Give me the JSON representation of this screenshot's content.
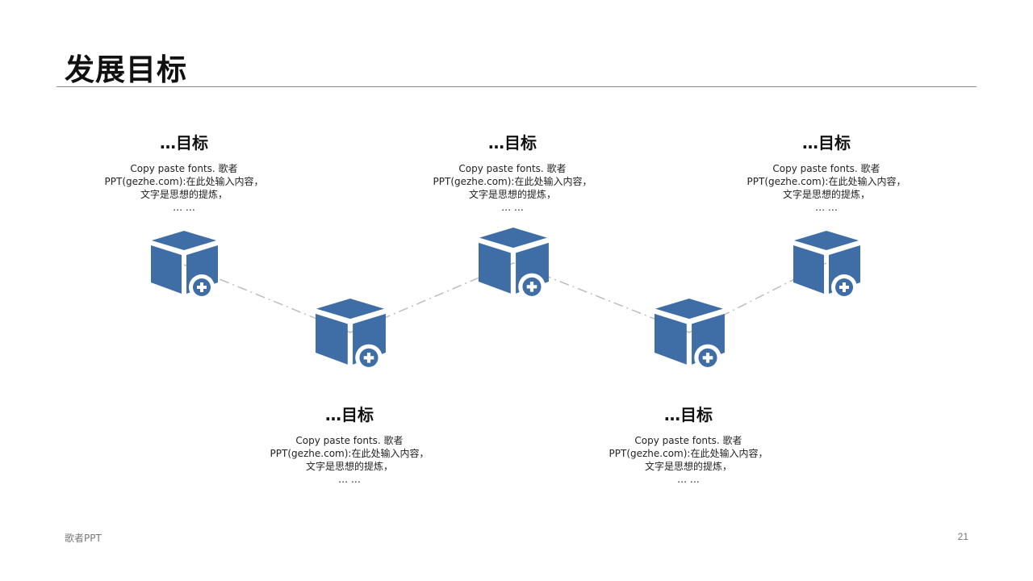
{
  "slide": {
    "title": "发展目标",
    "footer_brand": "歌者PPT",
    "page_number": "21"
  },
  "theme": {
    "cube_color": "#3F6DA6",
    "connector_color": "#BDBDBD"
  },
  "goals": [
    {
      "heading": "…目标",
      "lines": [
        "Copy  paste fonts. 歌者",
        "PPT(gezhe.com):在此处输入内容，",
        "文字是思想的提炼，",
        "… …"
      ]
    },
    {
      "heading": "…目标",
      "lines": [
        "Copy  paste fonts. 歌者",
        "PPT(gezhe.com):在此处输入内容，",
        "文字是思想的提炼，",
        "… …"
      ]
    },
    {
      "heading": "…目标",
      "lines": [
        "Copy  paste fonts. 歌者",
        "PPT(gezhe.com):在此处输入内容，",
        "文字是思想的提炼，",
        "… …"
      ]
    },
    {
      "heading": "…目标",
      "lines": [
        "Copy  paste fonts. 歌者",
        "PPT(gezhe.com):在此处输入内容，",
        "文字是思想的提炼，",
        "… …"
      ]
    },
    {
      "heading": "…目标",
      "lines": [
        "Copy  paste fonts. 歌者",
        "PPT(gezhe.com):在此处输入内容，",
        "文字是思想的提炼，",
        "… …"
      ]
    }
  ],
  "icons": [
    "cube-add-icon",
    "cube-add-icon",
    "cube-add-icon",
    "cube-add-icon",
    "cube-add-icon"
  ]
}
